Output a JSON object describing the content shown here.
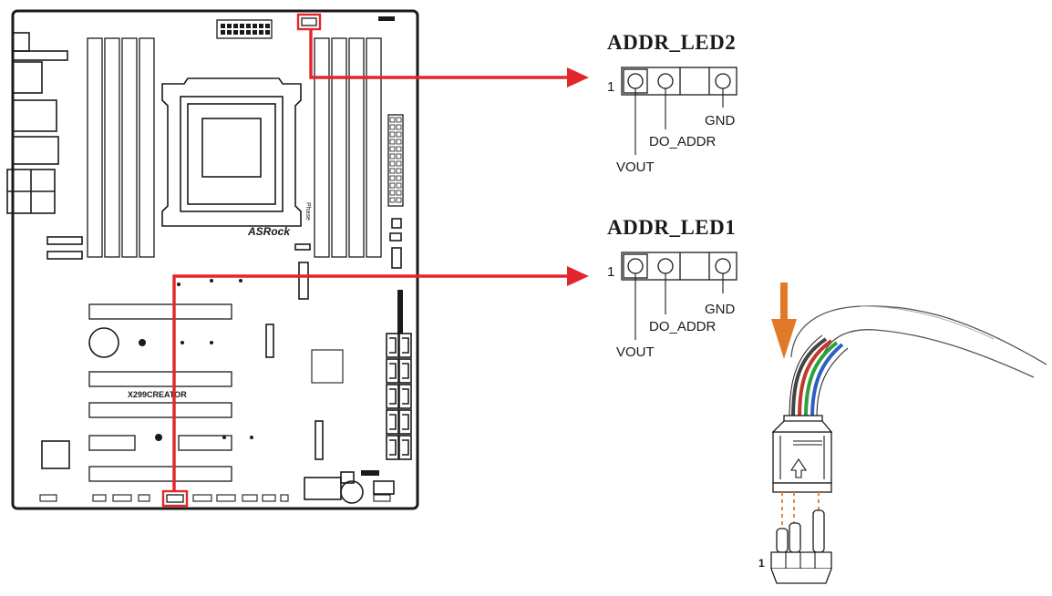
{
  "colors": {
    "highlight": "#e3262b",
    "down_arrow": "#e07a2a",
    "wire_colors": [
      "#444444",
      "#c0392b",
      "#2e9e3e",
      "#2f5fc4",
      "#ffffff"
    ]
  },
  "board": {
    "model_label": "X299CREATOR",
    "brand_logo": "ASRock",
    "small_vertical_mark": "Phase"
  },
  "headers": [
    {
      "title": "ADDR_LED2",
      "pin1_label": "1",
      "pins": [
        "VOUT",
        "DO_ADDR",
        "GND"
      ]
    },
    {
      "title": "ADDR_LED1",
      "pin1_label": "1",
      "pins": [
        "VOUT",
        "DO_ADDR",
        "GND"
      ]
    }
  ],
  "connector": {
    "pin1_label": "1",
    "icons": [
      "down-arrow-icon",
      "connector-arrow-icon"
    ]
  }
}
